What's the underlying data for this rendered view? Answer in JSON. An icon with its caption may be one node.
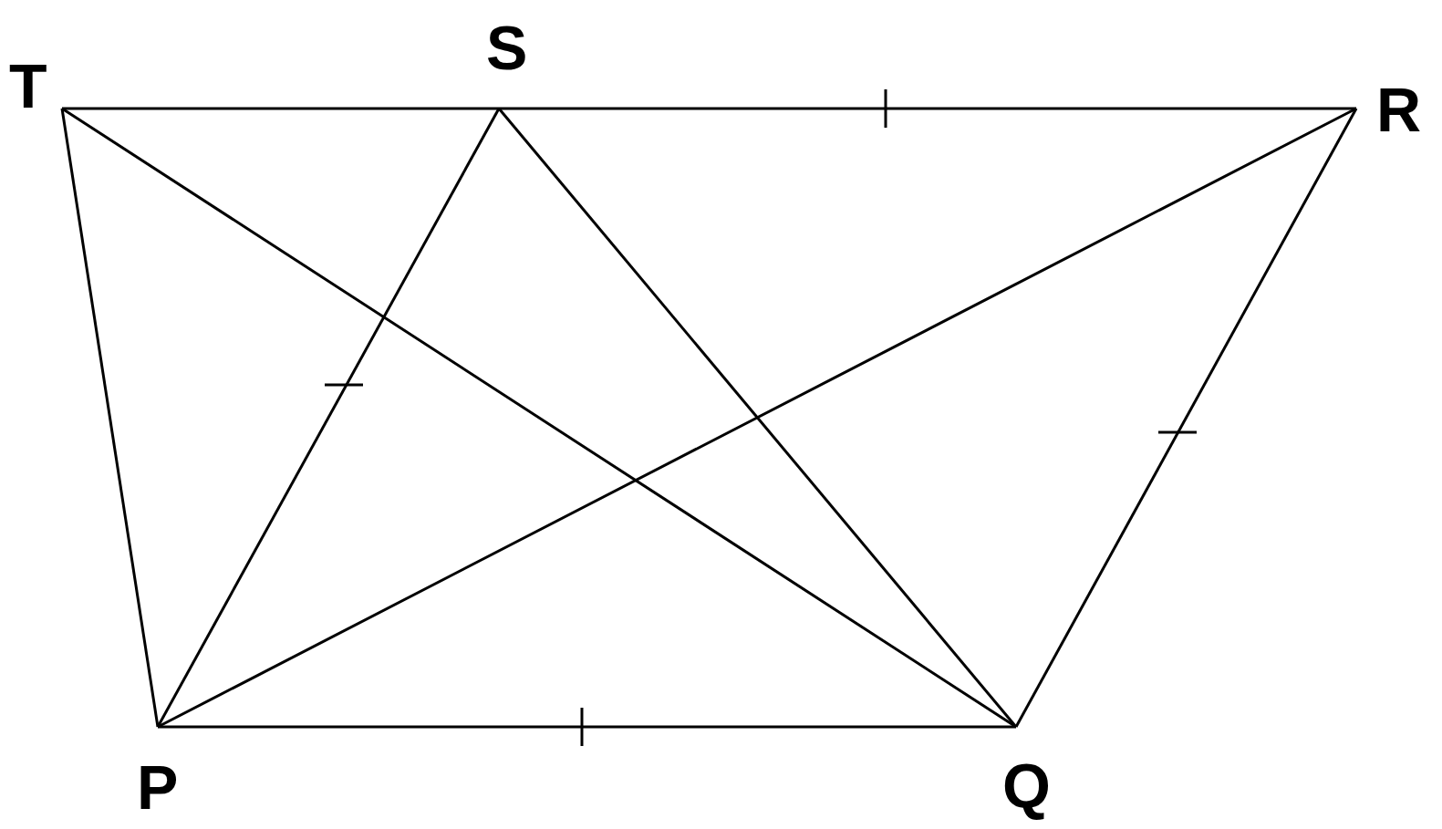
{
  "diagram": {
    "nodes": [
      {
        "text": [
          "T"
        ]
      },
      {
        "text": [
          "S"
        ]
      },
      {
        "text": [
          "R"
        ]
      },
      {
        "text": [
          "P"
        ]
      },
      {
        "text": [
          "Q"
        ]
      }
    ],
    "edges": [
      {
        "from": 0,
        "to": 1,
        "arrow": "none"
      },
      {
        "from": 1,
        "to": 2,
        "arrow": "none"
      },
      {
        "from": 0,
        "to": 3,
        "arrow": "none"
      },
      {
        "from": 0,
        "to": 4,
        "arrow": "none"
      },
      {
        "from": 1,
        "to": 3,
        "arrow": "none"
      },
      {
        "from": 1,
        "to": 4,
        "arrow": "none"
      },
      {
        "from": 2,
        "to": 3,
        "arrow": "none"
      },
      {
        "from": 2,
        "to": 4,
        "arrow": "none"
      },
      {
        "from": 3,
        "to": 4,
        "arrow": "none"
      }
    ]
  }
}
